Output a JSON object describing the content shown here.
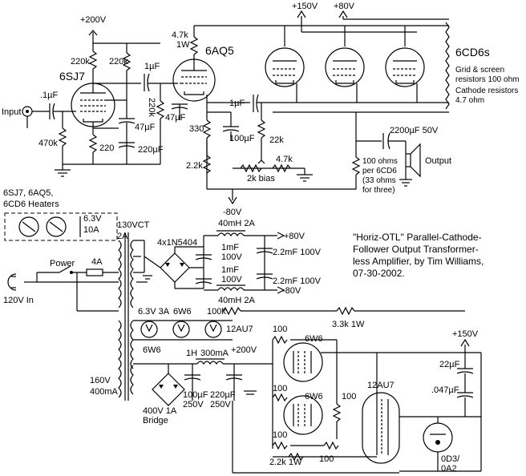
{
  "tubes": {
    "input_tube": "6SJ7",
    "driver_tube": "6AQ5",
    "output_tubes": "6CD6s",
    "reg_tube_a": "6W6",
    "reg_tube_b": "6W6",
    "reg_driver": "12AU7",
    "ref_tube": "0D3/\n0A2"
  },
  "rails": {
    "v200": "+200V",
    "v150": "+150V",
    "v80": "+80V",
    "vneg80": "-80V",
    "v80_out": "+80V",
    "vneg80_out": "-80V",
    "v200_reg": "+200V",
    "v150_reg": "+150V"
  },
  "notes": {
    "grid_screen_1": "Grid & screen",
    "grid_screen_2": "resistors 100 ohm",
    "grid_screen_3": "Cathode resistors",
    "grid_screen_4": "4.7 ohm",
    "title_1": "\"Horiz-OTL\" Parallel-Cathode-",
    "title_2": "Follower Output Transformer-",
    "title_3": "less Amplifier, by Tim Williams,",
    "title_4": "07-30-2002.",
    "heaters_1": "6SJ7, 6AQ5,",
    "heaters_2": "6CD6 Heaters",
    "per_1": "100 ohms",
    "per_2": "per 6CD6",
    "per_3": "(33 ohms",
    "per_4": "for three)"
  },
  "labels": {
    "input": "Input",
    "output": "Output",
    "power": "Power",
    "mains": "120V In",
    "fuse": "4A",
    "heater_v": "6.3V",
    "heater_a": "10A",
    "ct": "130VCT",
    "ct_a": "2A",
    "bridge1": "4x1N5404",
    "choke1": "40mH 2A",
    "choke2": "40mH 2A",
    "c_1mf_a": "1mF",
    "c_100v_a": "100V",
    "c_1mf_b": "1mF",
    "c_100v_b": "100V",
    "c_22mf_a": "2.2mF 100V",
    "c_22mf_b": "2.2mF 100V",
    "h63_3a": "6.3V 3A",
    "h6w6_a": "6W6",
    "h6w6_b": "6W6",
    "h12au7": "12AU7",
    "r100k": "100k",
    "r33k": "3.3k 1W",
    "choke_1h": "1H",
    "choke_1h_a": "300mA",
    "hv_1": "160V",
    "hv_2": "400mA",
    "bridge2_1": "400V 1A",
    "bridge2_2": "Bridge",
    "c100_250_a": "100µF",
    "c100_250_b": "250V",
    "c220_250_a": "220µF",
    "c220_250_b": "250V",
    "r100_a": "100",
    "r100_b": "100",
    "r100_c": "100",
    "r100_d": "100",
    "r100_e": "100",
    "r22k1w": "2.2k 1W",
    "c22uf": "22µF",
    "c047": ".047µF",
    "r47k_1w_a": "4.7k",
    "r47k_1w_b": "1W",
    "r220k_a": "220k",
    "r220k_b": "220k",
    "r220k_c": "220k",
    "c1uf_a": "1µF",
    "c1uf_in": ".1µF",
    "r470k": "470k",
    "c47_a": "47µF",
    "c47_b": "47µF",
    "r220": "220",
    "c220u": "220µF",
    "r330": "330",
    "c100u": "100µF",
    "c1uf_b": "1µF",
    "r22k": "22k",
    "r22k_b": "2.2k",
    "r47k": "4.7k",
    "bias": "2k bias",
    "c2200": "2200µF 50V"
  }
}
